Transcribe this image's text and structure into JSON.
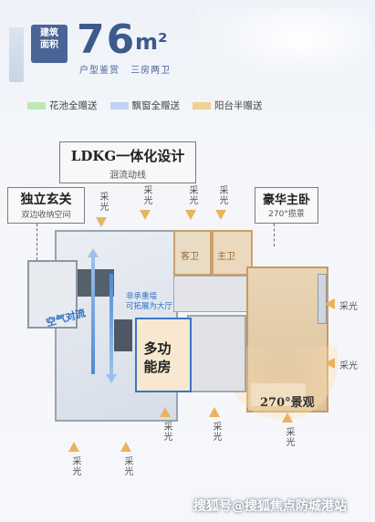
{
  "header": {
    "tag_line1": "建筑",
    "tag_line2": "面积",
    "area_number": "76",
    "area_unit": "m²",
    "subtitle_1": "户型鉴赏",
    "subtitle_2": "三房两卫"
  },
  "legend": [
    {
      "label": "花池全赠送",
      "color": "#bfe8b5"
    },
    {
      "label": "飘窗全赠送",
      "color": "#bfd4f2"
    },
    {
      "label": "阳台半赠送",
      "color": "#f2cf94"
    }
  ],
  "callouts": {
    "ldkg_title": "LDKG一体化设计",
    "ldkg_sub": "洄流动线",
    "foyer_title": "独立玄关",
    "foyer_sub": "双边收纳空间",
    "master_title": "豪华主卧",
    "master_sub": "270°揽景"
  },
  "rooms": {
    "bath1": "客卫",
    "bath2": "主卫",
    "multi_line1": "多功",
    "multi_line2": "能房",
    "air": "空气对流",
    "wall_line1": "非承重墙",
    "wall_line2": "可拓展为大厅",
    "view": "270°景观"
  },
  "light_label": "采光",
  "watermark": "搜狐号@搜狐焦点防城港站",
  "colors": {
    "accent": "#3d5a8c",
    "light_arrow": "#eab35c"
  }
}
